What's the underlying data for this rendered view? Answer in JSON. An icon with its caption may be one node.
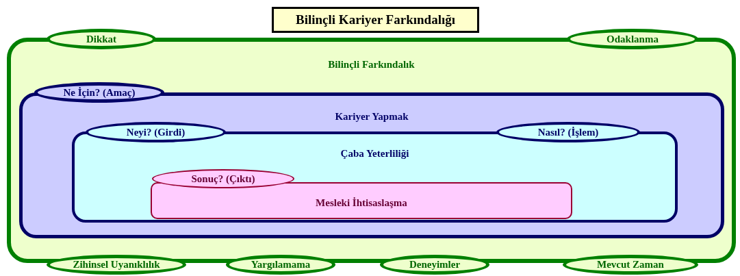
{
  "diagram": {
    "title": "Bilinçli Kariyer Farkındalığı",
    "nodes": [
      {
        "text": [
          "Dikkat"
        ]
      },
      {
        "text": [
          "Odaklanma"
        ]
      },
      {
        "text": [
          "Bilinçli Farkındalık"
        ]
      },
      {
        "text": [
          "Ne İçin? (Amaç)"
        ],
        "in": 2
      },
      {
        "text": [
          "Kariyer Yapmak"
        ],
        "in": 2
      },
      {
        "text": [
          "Neyi? (Girdi)"
        ],
        "in": 4
      },
      {
        "text": [
          "Nasıl? (İşlem)"
        ],
        "in": 4
      },
      {
        "text": [
          "Çaba Yeterliliği"
        ],
        "in": 4
      },
      {
        "text": [
          "Sonuç? (Çıktı)"
        ],
        "in": 7
      },
      {
        "text": [
          "Mesleki İhtisaslaşma"
        ],
        "in": 7
      },
      {
        "text": [
          "Zihinsel Uyanıklılık"
        ]
      },
      {
        "text": [
          "Yargılamama"
        ]
      },
      {
        "text": [
          "Deneyimler"
        ]
      },
      {
        "text": [
          "Mevcut Zaman"
        ]
      }
    ],
    "edges": []
  }
}
